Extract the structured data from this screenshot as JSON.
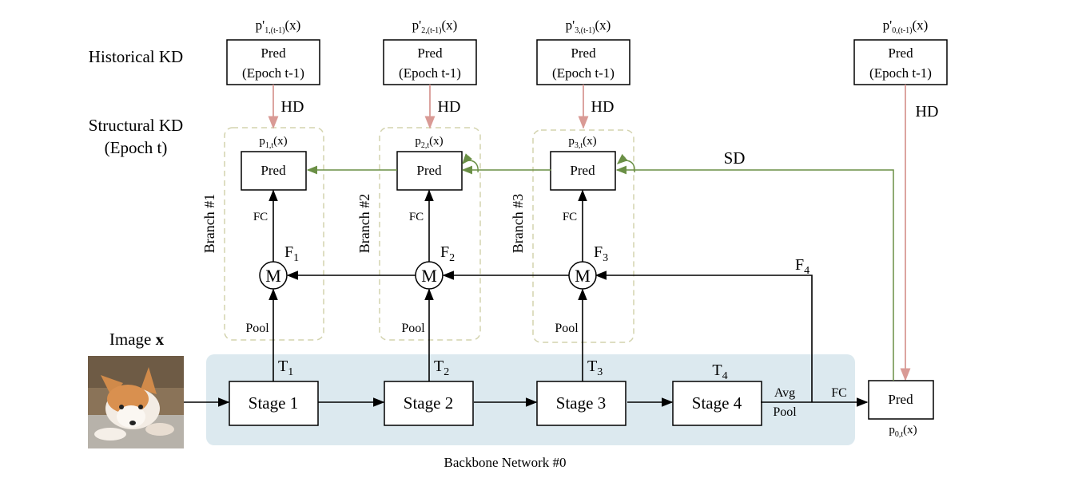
{
  "row_labels": {
    "historical": "Historical KD",
    "structural_line1": "Structural KD",
    "structural_line2": "(Epoch t)"
  },
  "image_label": {
    "text": "Image ",
    "bold": "x"
  },
  "backbone_label": "Backbone Network #0",
  "historical_preds": [
    {
      "label": "p'",
      "sub": "1,(t-1)",
      "suffix": "(x)",
      "line1": "Pred",
      "line2": "(Epoch t-1)",
      "hd": "HD"
    },
    {
      "label": "p'",
      "sub": "2,(t-1)",
      "suffix": "(x)",
      "line1": "Pred",
      "line2": "(Epoch t-1)",
      "hd": "HD"
    },
    {
      "label": "p'",
      "sub": "3,(t-1)",
      "suffix": "(x)",
      "line1": "Pred",
      "line2": "(Epoch t-1)",
      "hd": "HD"
    },
    {
      "label": "p'",
      "sub": "0,(t-1)",
      "suffix": "(x)",
      "line1": "Pred",
      "line2": "(Epoch t-1)",
      "hd": "HD"
    }
  ],
  "branches": [
    {
      "name": "Branch #1",
      "pred": "Pred",
      "p": "p",
      "psub": "1,t",
      "psuffix": "(x)",
      "fc": "FC",
      "merge": "M",
      "feat": "F",
      "fsub": "1",
      "pool": "Pool",
      "t": "T",
      "tsub": "1"
    },
    {
      "name": "Branch #2",
      "pred": "Pred",
      "p": "p",
      "psub": "2,t",
      "psuffix": "(x)",
      "fc": "FC",
      "merge": "M",
      "feat": "F",
      "fsub": "2",
      "pool": "Pool",
      "t": "T",
      "tsub": "2"
    },
    {
      "name": "Branch #3",
      "pred": "Pred",
      "p": "p",
      "psub": "3,t",
      "psuffix": "(x)",
      "fc": "FC",
      "merge": "M",
      "feat": "F",
      "fsub": "3",
      "pool": "Pool",
      "t": "T",
      "tsub": "3"
    }
  ],
  "stages": [
    "Stage 1",
    "Stage 2",
    "Stage 3",
    "Stage 4"
  ],
  "t4": {
    "t": "T",
    "tsub": "4"
  },
  "f4": {
    "f": "F",
    "fsub": "4"
  },
  "sd_label": "SD",
  "avg_pool": {
    "line1": "Avg",
    "line2": "Pool"
  },
  "final": {
    "fc": "FC",
    "pred": "Pred",
    "p": "p",
    "psub": "0,t",
    "psuffix": "(x)"
  },
  "colors": {
    "backbone_bg": "#dce9ef",
    "branch_border": "#d3d3ae",
    "hd_arrow": "#d99a95",
    "sd_arrow": "#6a8f45",
    "black": "#000000"
  }
}
